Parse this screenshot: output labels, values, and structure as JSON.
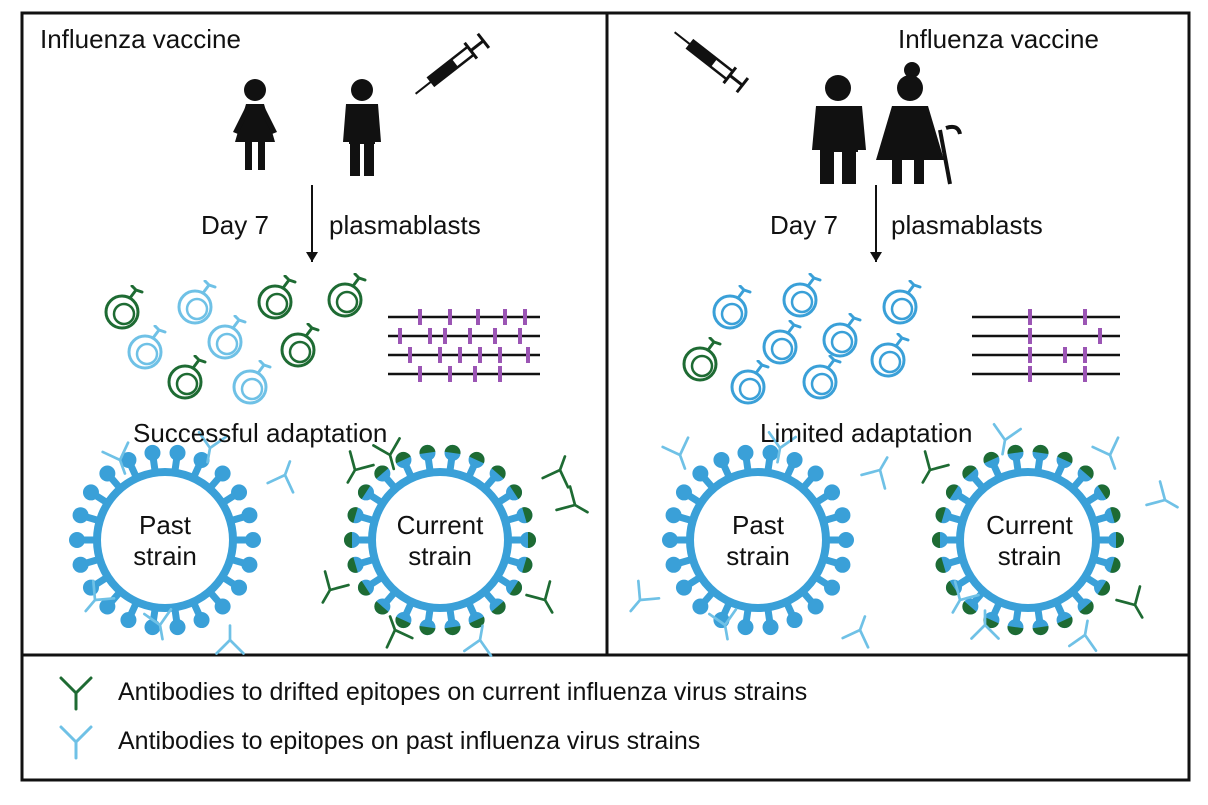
{
  "colors": {
    "green": "#1e6b33",
    "blue": "#3aa0d8",
    "light_blue": "#6fc1e6",
    "purple": "#9b55b4",
    "black": "#111111"
  },
  "left_panel": {
    "vaccine_label": "Influenza vaccine",
    "day_label": "Day 7",
    "plasmablast_label": "plasmablasts",
    "outcome_label": "Successful adaptation",
    "virus_past": [
      "Past",
      "strain"
    ],
    "virus_current": [
      "Current",
      "strain"
    ],
    "icons": [
      "woman-icon",
      "man-icon",
      "syringe-icon"
    ]
  },
  "right_panel": {
    "vaccine_label": "Influenza vaccine",
    "day_label": "Day 7",
    "plasmablast_label": "plasmablasts",
    "outcome_label": "Limited adaptation",
    "virus_past": [
      "Past",
      "strain"
    ],
    "virus_current": [
      "Current",
      "strain"
    ],
    "icons": [
      "elderly-couple-icon",
      "syringe-icon"
    ]
  },
  "legend": {
    "drifted_text": "Antibodies to drifted epitopes on current influenza virus strains",
    "past_text": "Antibodies to epitopes on past influenza virus strains"
  }
}
